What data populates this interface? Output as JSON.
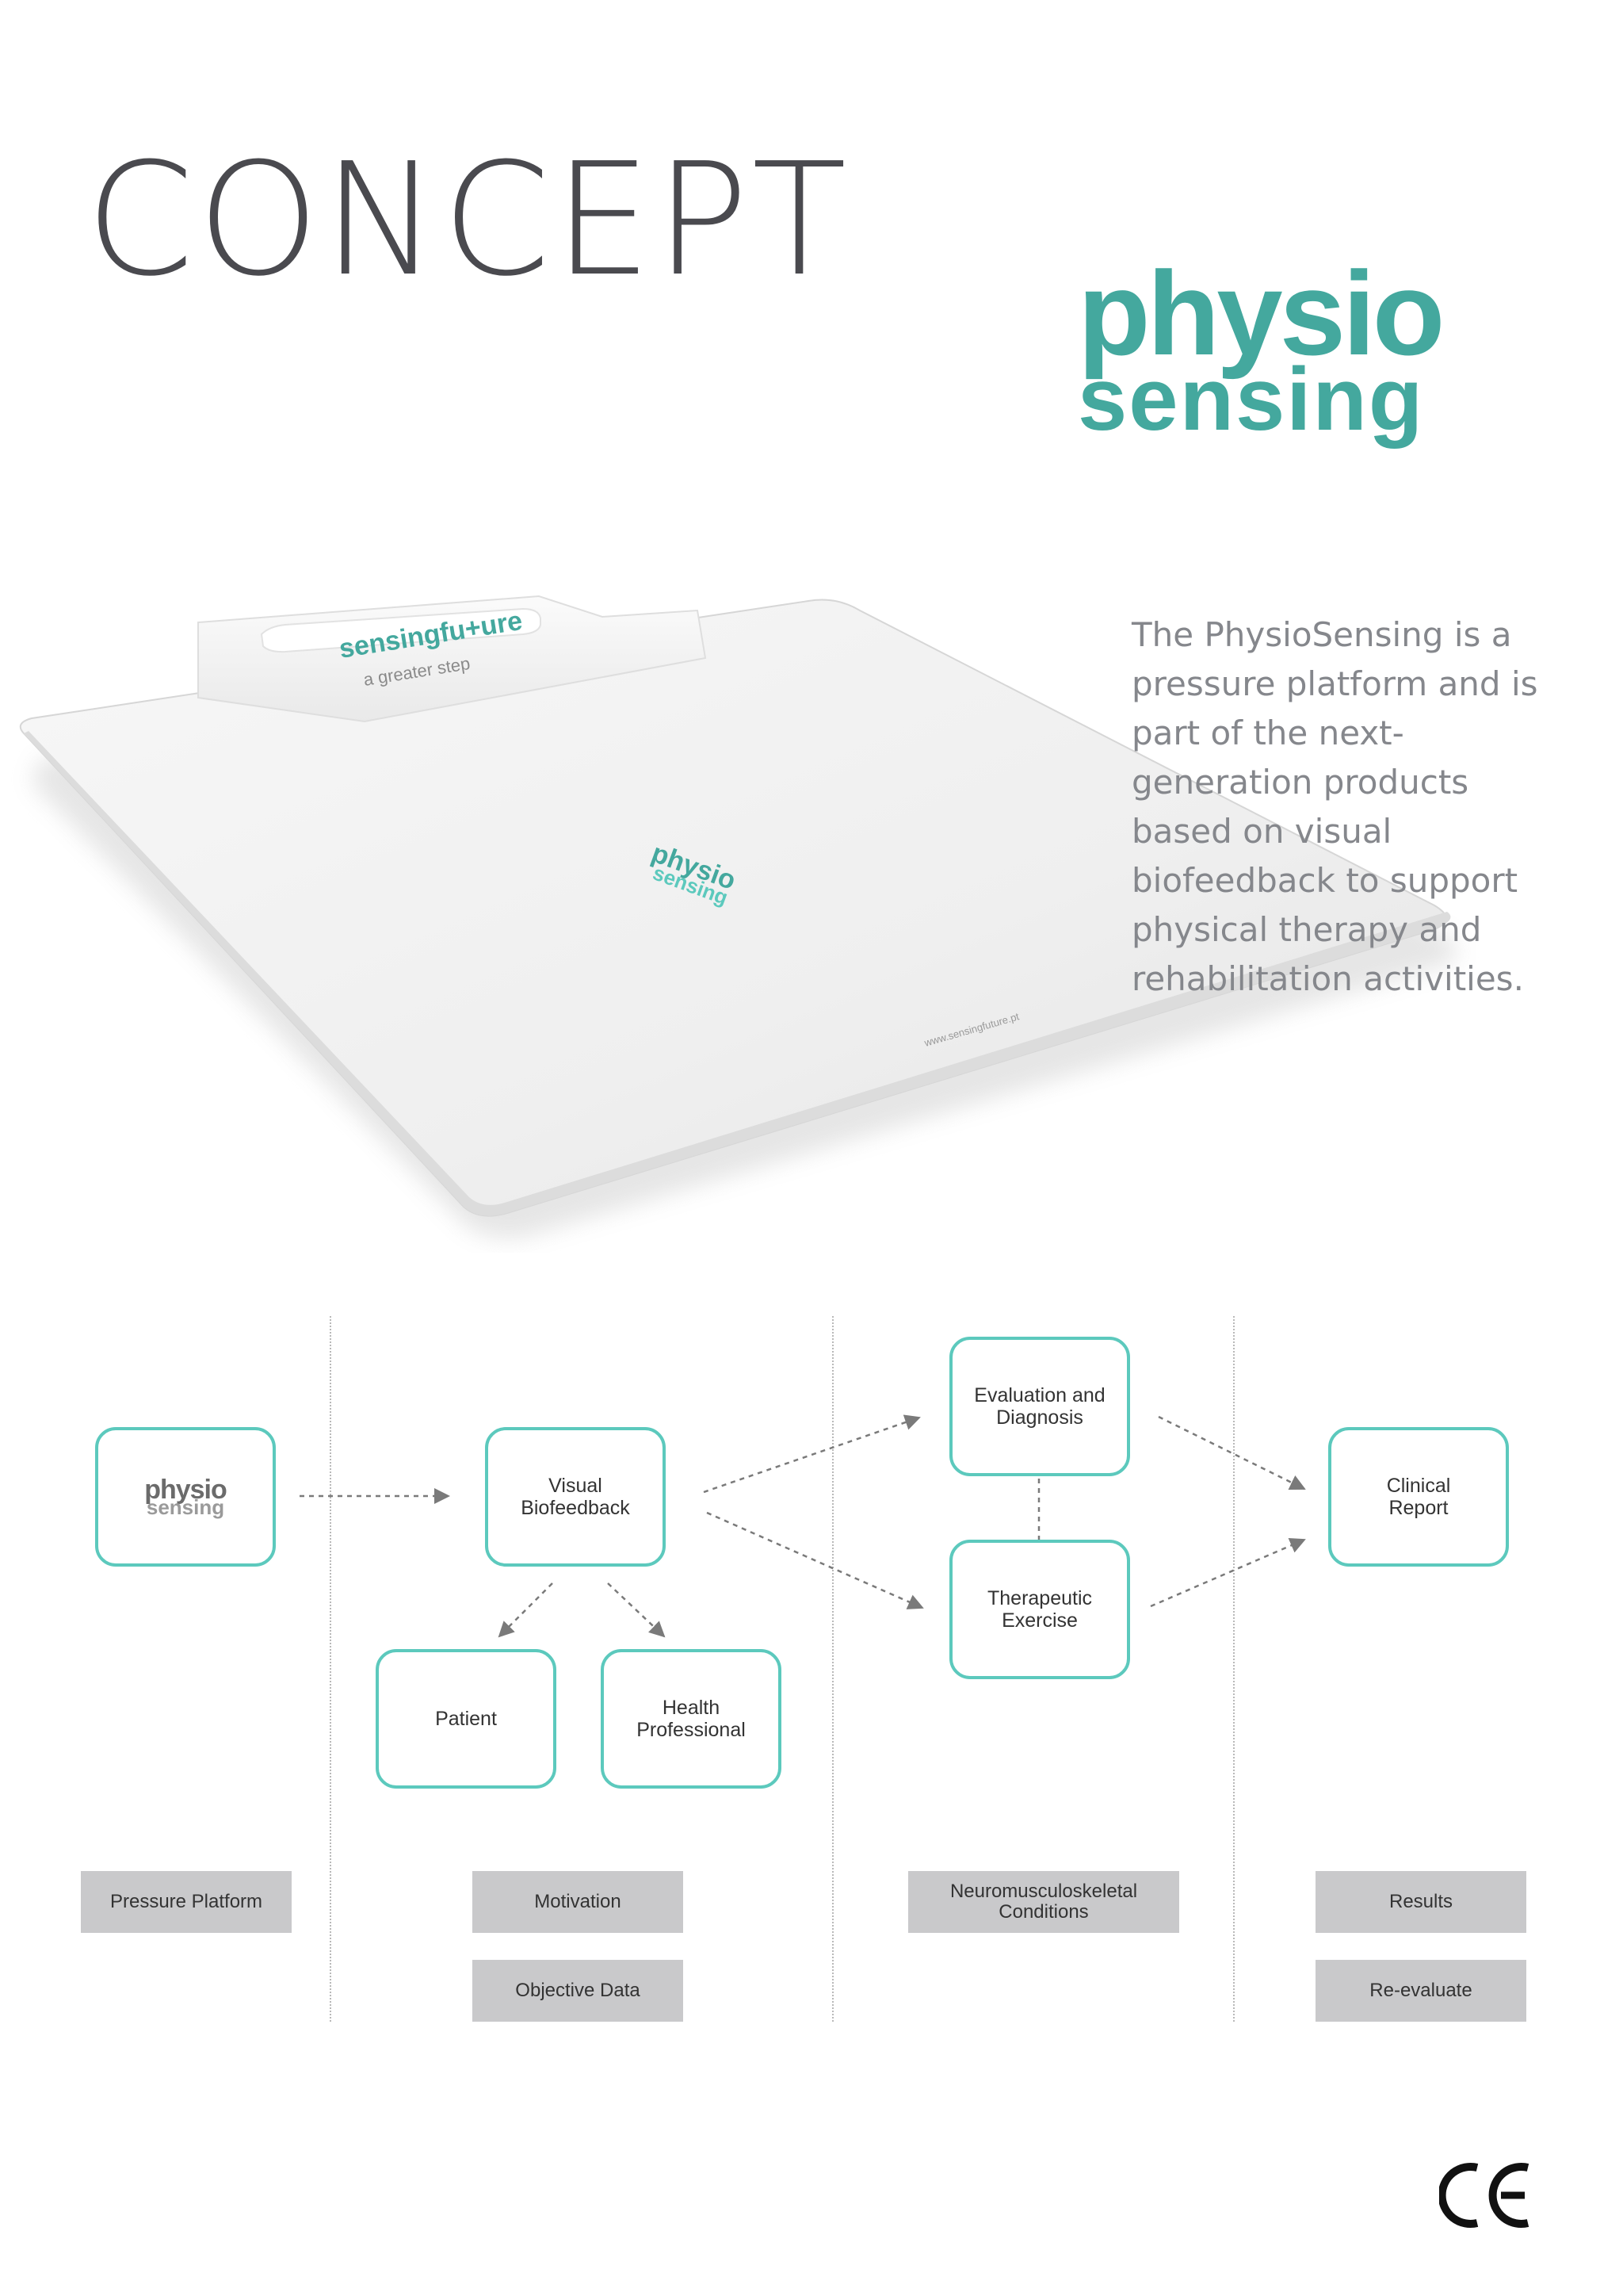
{
  "page": {
    "title": "CONCEPT",
    "logo": {
      "line1": "physio",
      "line2": "sensing"
    },
    "description": "The PhysioSensing is a pressure platform and is part of the next-generation products based on visual biofeedback to support physical therapy and rehabilitation activities."
  },
  "product": {
    "brand_tag": "sensingfu+ure",
    "tagline": "a greater step",
    "plate_logo_line1": "physio",
    "plate_logo_line2": "sensing",
    "website": "www.sensingfuture.pt"
  },
  "diagram": {
    "logo_box": {
      "line1": "physio",
      "line2": "sensing"
    },
    "visual_biofeedback": "Visual\nBiofeedback",
    "patient": "Patient",
    "health_professional": "Health\nProfessional",
    "evaluation": "Evaluation and\nDiagnosis",
    "therapeutic": "Therapeutic\nExercise",
    "clinical_report": "Clinical\nReport",
    "labels": {
      "pressure_platform": "Pressure Platform",
      "motivation": "Motivation",
      "objective_data": "Objective Data",
      "neuro": "Neuromusculoskeletal\nConditions",
      "results": "Results",
      "reevaluate": "Re-evaluate"
    }
  },
  "colors": {
    "teal": "#44a89e",
    "box_border": "#5cc9bd",
    "label_bg": "#c9c9cb",
    "desc_text": "#85878c"
  },
  "ce_mark": "CE"
}
